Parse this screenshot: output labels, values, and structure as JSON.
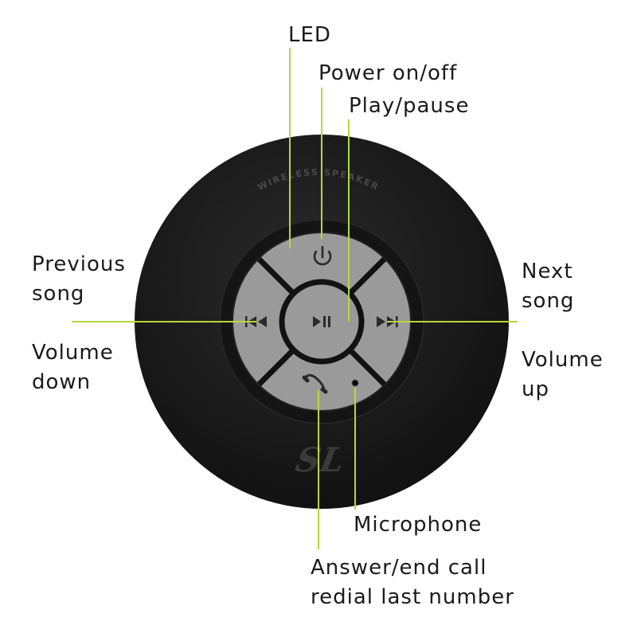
{
  "product": {
    "ring_text": "WIRELESS SPEAKER",
    "logo": "SL"
  },
  "labels": {
    "led": "LED",
    "power": "Power on/off",
    "play": "Play/pause",
    "previous": [
      "Previous",
      "song"
    ],
    "volume_down": [
      "Volume",
      "down"
    ],
    "next": [
      "Next",
      "song"
    ],
    "volume_up": [
      "Volume",
      "up"
    ],
    "microphone": "Microphone",
    "answer": [
      "Answer/end call",
      "redial last number"
    ]
  },
  "icons": {
    "power": "power-icon",
    "play_pause": "play-pause-icon",
    "previous": "previous-track-icon",
    "next": "next-track-icon",
    "phone": "phone-icon",
    "microphone": "microphone-hole"
  },
  "colors": {
    "body": "#1b1b1b",
    "button": "#9a9a9a",
    "leader_line": "#b5d93a",
    "text": "#1a1a1a"
  }
}
